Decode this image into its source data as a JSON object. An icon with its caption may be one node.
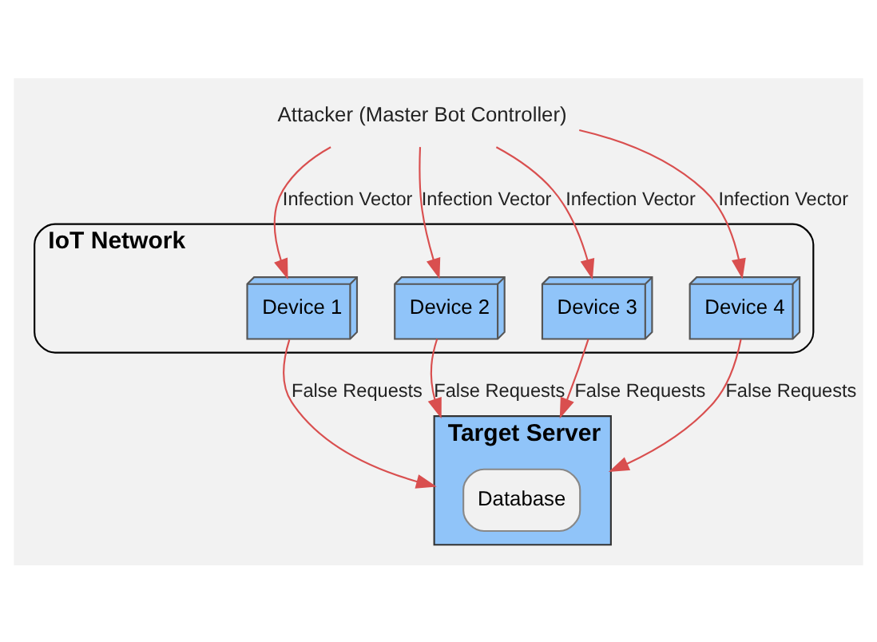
{
  "diagram": {
    "nodes": [
      {
        "text": [
          "Attacker (Master Bot Controller)"
        ]
      },
      {
        "text": [
          "IoT Network"
        ]
      },
      {
        "text": [
          "Device 1"
        ],
        "in": 1
      },
      {
        "text": [
          "Device 2"
        ],
        "in": 1
      },
      {
        "text": [
          "Device 3"
        ],
        "in": 1
      },
      {
        "text": [
          "Device 4"
        ],
        "in": 1
      },
      {
        "text": [
          "Target Server"
        ]
      },
      {
        "text": [
          "Database"
        ],
        "in": 6
      }
    ],
    "edges": [
      {
        "from": 0,
        "to": 2,
        "arrow": "to",
        "label": "Infection Vector"
      },
      {
        "from": 0,
        "to": 3,
        "arrow": "to",
        "label": "Infection Vector"
      },
      {
        "from": 0,
        "to": 4,
        "arrow": "to",
        "label": "Infection Vector"
      },
      {
        "from": 0,
        "to": 5,
        "arrow": "to",
        "label": "Infection Vector"
      },
      {
        "from": 2,
        "to": 6,
        "arrow": "to",
        "label": "False Requests"
      },
      {
        "from": 3,
        "to": 6,
        "arrow": "to",
        "label": "False Requests"
      },
      {
        "from": 4,
        "to": 6,
        "arrow": "to",
        "label": "False Requests"
      },
      {
        "from": 5,
        "to": 6,
        "arrow": "to",
        "label": "False Requests"
      }
    ]
  }
}
